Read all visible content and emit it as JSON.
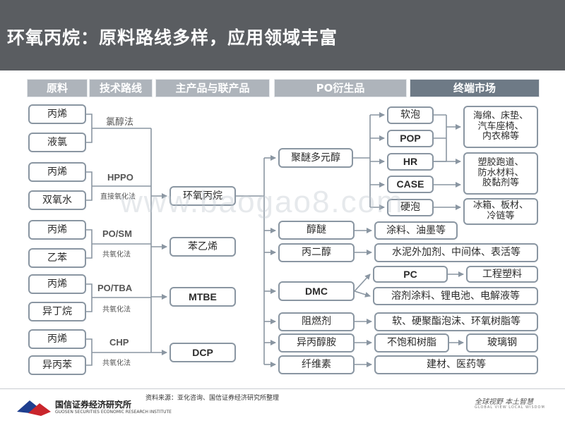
{
  "title": "环氧丙烷：原料路线多样，应用领域丰富",
  "headers": {
    "raw": "原料",
    "route": "技术路线",
    "main_product": "主产品与联产品",
    "derivatives": "PO衍生品",
    "end_market": "终端市场"
  },
  "raw_materials": [
    "丙烯",
    "液氯",
    "丙烯",
    "双氧水",
    "丙烯",
    "乙苯",
    "丙烯",
    "异丁烷",
    "丙烯",
    "异丙苯"
  ],
  "routes": [
    {
      "name": "氯醇法",
      "sub": ""
    },
    {
      "name": "HPPO",
      "sub": "直接氧化法"
    },
    {
      "name": "PO/SM",
      "sub": "共氧化法"
    },
    {
      "name": "PO/TBA",
      "sub": "共氧化法"
    },
    {
      "name": "CHP",
      "sub": "共氧化法"
    }
  ],
  "products": [
    "环氧丙烷",
    "苯乙烯",
    "MTBE",
    "DCP"
  ],
  "derivatives": [
    "聚醚多元醇",
    "醇醚",
    "丙二醇",
    "DMC",
    "阻燃剂",
    "异丙醇胺",
    "纤维素"
  ],
  "polyether_types": [
    "软泡",
    "POP",
    "HR",
    "CASE",
    "硬泡"
  ],
  "end_market": {
    "foam": [
      "海绵、床垫、",
      "汽车座椅、",
      "内衣棉等"
    ],
    "case": [
      "塑胶跑道、",
      "防水材料、",
      "胶黏剂等"
    ],
    "rigid": [
      "冰箱、板材、",
      "冷链等"
    ],
    "glycol_ether": "涂料、油墨等",
    "propylene_glycol": "水泥外加剂、中间体、表活等",
    "pc": "PC",
    "engineering_plastics": "工程塑料",
    "dmc_use": "溶剂涂料、锂电池、电解液等",
    "flame_retardant": "软、硬聚酯泡沫、环氧树脂等",
    "unsaturated_resin": "不饱和树脂",
    "fiberglass": "玻璃钢",
    "cellulose_use": "建材、医药等"
  },
  "watermark": "www.baogao8.com",
  "footer": {
    "company_cn": "国信证券经济研究所",
    "company_en": "GUOSEN SECURITIES ECONOMIC RESEARCH INSTITUTE",
    "source": "资料来源：亚化咨询、国信证券经济研究所整理",
    "slogan_cn": "全球视野  本土智慧",
    "slogan_en": "GLOBAL VIEW  LOCAL WISDOM"
  }
}
